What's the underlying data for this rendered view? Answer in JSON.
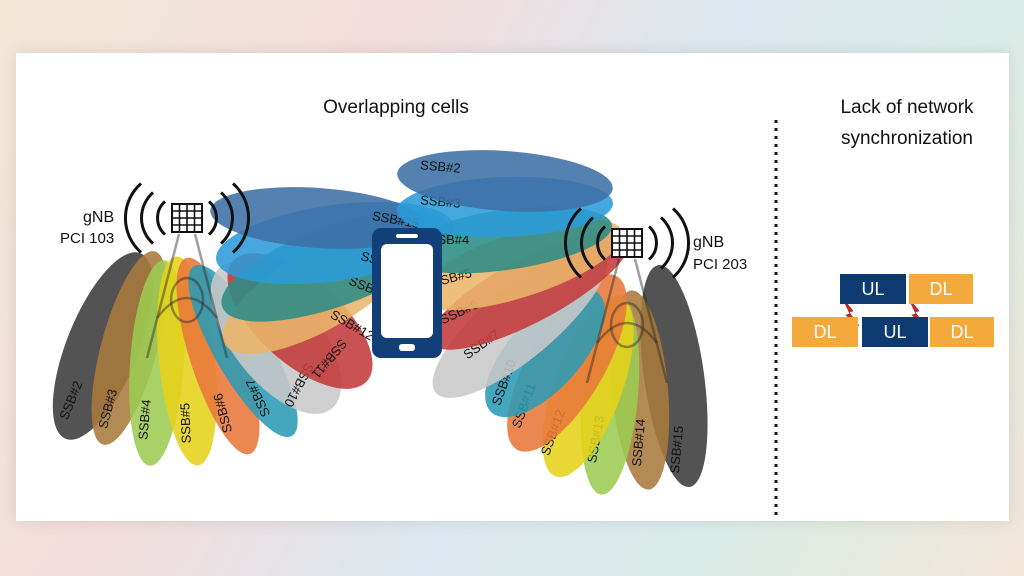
{
  "titles": {
    "left": "Overlapping cells",
    "right_line1": "Lack of network",
    "right_line2": "synchronization"
  },
  "gnb_left": {
    "name": "gNB",
    "pci": "PCI 103"
  },
  "gnb_right": {
    "name": "gNB",
    "pci": "PCI 203"
  },
  "beams_left": [
    "SSB#2",
    "SSB#3",
    "SSB#4",
    "SSB#5",
    "SSB#6",
    "SSB#7",
    "SSB#10",
    "SSB#11",
    "SSB#12",
    "SSB#13",
    "SSB#14",
    "SSB#15"
  ],
  "beams_right": [
    "SSB#2",
    "SSB#3",
    "SSB#4",
    "SSB#5",
    "SSB#6",
    "SSB#7",
    "SSB#10",
    "SSB#11",
    "SSB#12",
    "SSB#13",
    "SSB#14",
    "SSB#15"
  ],
  "sync": {
    "row1": [
      "UL",
      "DL"
    ],
    "row2": [
      "DL",
      "UL",
      "DL"
    ]
  },
  "colors": {
    "ul": "#0d3a70",
    "dl": "#f4a93c",
    "interference": "#d62b2b",
    "phone": "#123f78",
    "divider": "#111111"
  },
  "icons": [
    "antenna-tower-icon",
    "signal-waves-icon",
    "smartphone-icon",
    "lightning-icon"
  ]
}
